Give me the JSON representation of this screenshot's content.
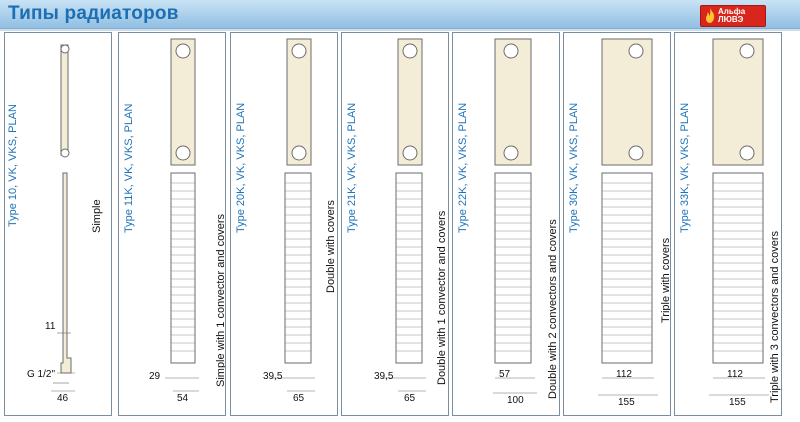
{
  "header": {
    "title": "Типы радиаторов",
    "logo": {
      "line1": "Альфа",
      "line2": "ЛЮВЭ",
      "flame_color": "#ffc533",
      "background": "#d8261c"
    }
  },
  "colors": {
    "title_blue": "#1d6fb3",
    "type_blue": "#1f73b8",
    "panel_border": "#7a8e9e",
    "radiator_fill": "#f3edd8",
    "radiator_stroke": "#6b6b6b"
  },
  "panels": [
    {
      "id": "type10",
      "type_label": "Type 10, VK, VKS, PLAN",
      "description": "Simple",
      "dims": {
        "left": "",
        "right": "46",
        "extra1": "11",
        "extra2": "G 1/2\""
      }
    },
    {
      "id": "type11k",
      "type_label": "Type 11K, VK, VKS, PLAN",
      "description": "Simple with 1 convector and covers",
      "dims": {
        "left": "29",
        "right": "54"
      }
    },
    {
      "id": "type20k",
      "type_label": "Type 20K, VK, VKS, PLAN",
      "description": "Double with covers",
      "dims": {
        "left": "39,5",
        "right": "65"
      }
    },
    {
      "id": "type21k",
      "type_label": "Type 21K, VK, VKS, PLAN",
      "description": "Double with 1 convector and covers",
      "dims": {
        "left": "39,5",
        "right": "65"
      }
    },
    {
      "id": "type22k",
      "type_label": "Type 22K, VK, VKS, PLAN",
      "description": "Double with 2 convectors and covers",
      "dims": {
        "left": "57",
        "right": "100"
      }
    },
    {
      "id": "type30k",
      "type_label": "Type 30K, VK, VKS, PLAN",
      "description": "Triple with covers",
      "dims": {
        "left": "112",
        "right": "155"
      }
    },
    {
      "id": "type33k",
      "type_label": "Type 33K, VK, VKS, PLAN",
      "description": "Triple with 3 convectors and covers",
      "dims": {
        "left": "112",
        "right": "155"
      }
    }
  ]
}
